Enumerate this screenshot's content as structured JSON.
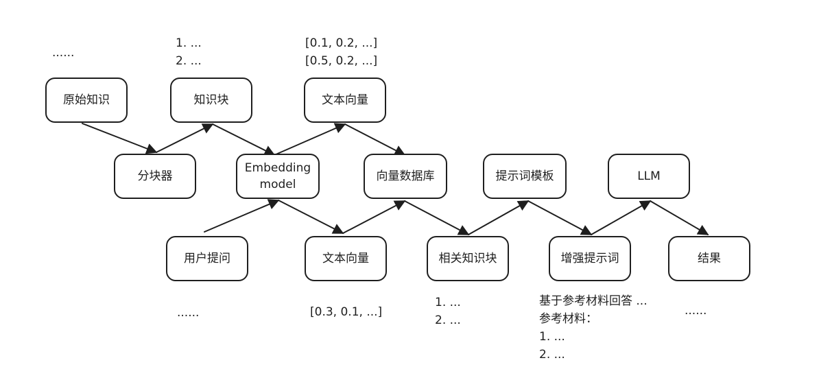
{
  "nodes": {
    "raw_knowledge": "原始知识",
    "chunk": "知识块",
    "vectors_top": "文本向量",
    "chunker": "分块器",
    "embedding": "Embedding\nmodel",
    "vector_db": "向量数据库",
    "prompt_template": "提示词模板",
    "llm": "LLM",
    "user_question": "用户提问",
    "vectors_bottom": "文本向量",
    "related_chunks": "相关知识块",
    "augmented_prompt": "增强提示词",
    "result": "结果"
  },
  "notes": {
    "raw_knowledge": "......",
    "chunk": "1. ...\n2. ...",
    "vectors_top": "[0.1, 0.2, ...]\n[0.5, 0.2, ...]",
    "user_question": "......",
    "vectors_bottom": "[0.3, 0.1, ...]",
    "related_chunks": "1. ...\n2. ...",
    "augmented_prompt": "基于参考材料回答 ...\n参考材料：\n1. ...\n2. ...",
    "result": "......"
  }
}
